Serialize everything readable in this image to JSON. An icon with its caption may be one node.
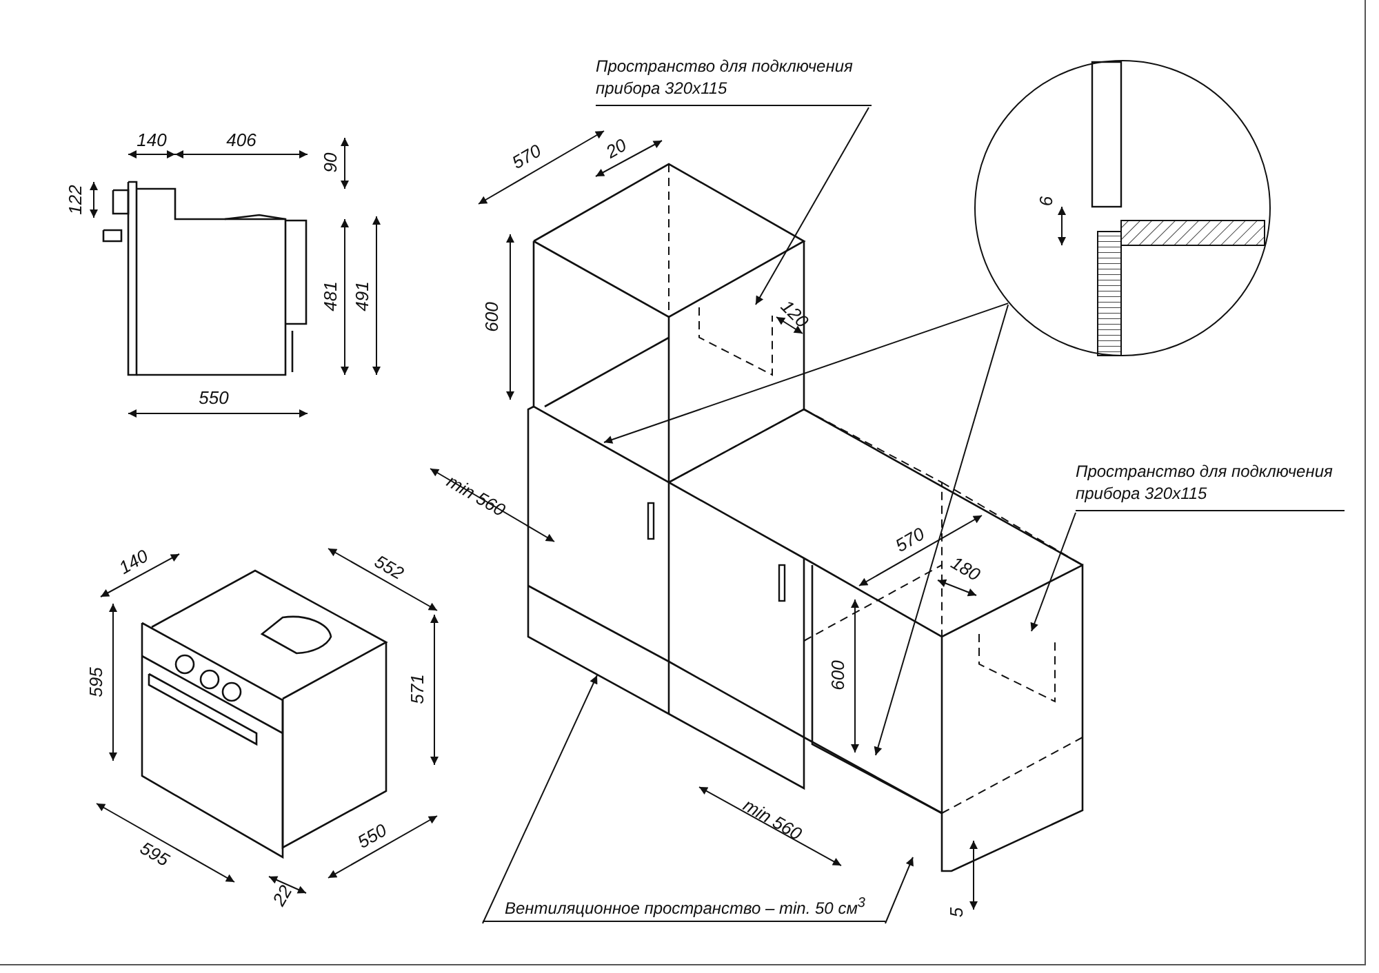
{
  "diagram": {
    "nodes": [
      {
        "text": [
          "Пространство для подключения прибора 320x115"
        ]
      },
      {
        "text": [],
        "shape": "circle"
      },
      {
        "text": [],
        "shape": "box"
      },
      {
        "text": [
          "Пространство для подключения прибора 320x115"
        ]
      },
      {
        "text": [],
        "shape": "box"
      },
      {
        "text": [
          "Вентиляционное пространство – min. 50 см$^{3}$"
        ]
      }
    ],
    "edges": [
      {
        "from": 0,
        "to": 2,
        "arrow": "to"
      },
      {
        "from": 1,
        "to": null,
        "arrow": "to"
      },
      {
        "from": 1,
        "to": null,
        "arrow": "to"
      },
      {
        "from": 3,
        "to": 4,
        "arrow": "to"
      },
      {
        "from": 5,
        "to": null,
        "arrow": "to"
      },
      {
        "from": 5,
        "to": null,
        "arrow": "to"
      }
    ],
    "labels": [
      "140",
      "406",
      "90",
      "122",
      "481",
      "491",
      "550",
      "140",
      "552",
      "595",
      "571",
      "595",
      "550",
      "22",
      "570",
      "20",
      "600",
      "120",
      "min 560",
      "6",
      "570",
      "180",
      "600",
      "min 560",
      "5"
    ]
  }
}
